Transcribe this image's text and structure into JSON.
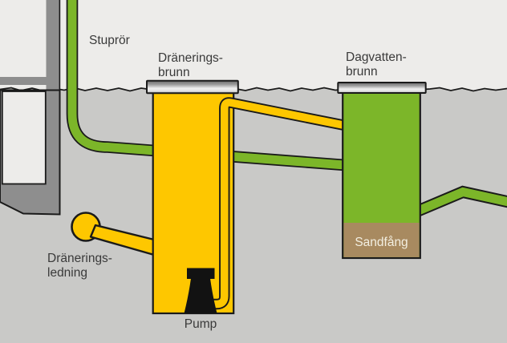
{
  "diagram": {
    "description": "House drainage system cross-section",
    "labels": {
      "downpipe": "Stuprör",
      "drainage_well_line1": "Dränerings-",
      "drainage_well_line2": "brunn",
      "stormwater_well_line1": "Dagvatten-",
      "stormwater_well_line2": "brunn",
      "drainage_line_line1": "Dränerings-",
      "drainage_line_line2": "ledning",
      "sand_trap": "Sandfång",
      "pump": "Pump"
    },
    "colors": {
      "background": "#EDECEA",
      "ground_gray": "#C9C9C7",
      "wall_gray": "#8E8E8E",
      "pipe_green": "#7CB629",
      "well_yellow": "#FEC700",
      "sand_brown": "#A88A60",
      "outline_black": "#1A1A1A",
      "pump_black": "#121212",
      "label_text": "#3A3A3A",
      "sand_trap_text": "#F3EFE1"
    }
  }
}
